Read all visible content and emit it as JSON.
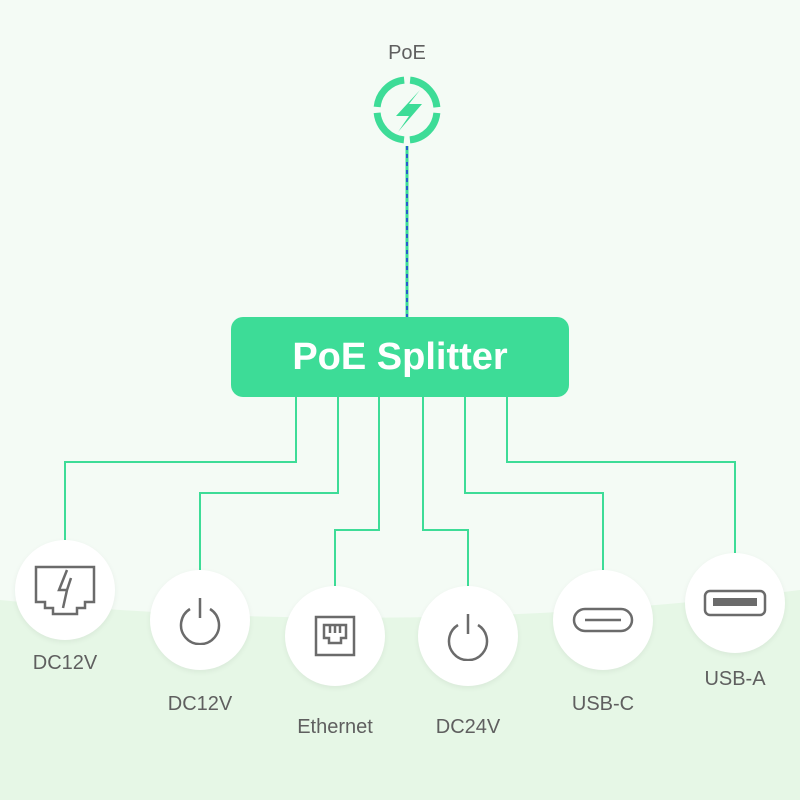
{
  "source": {
    "label": "PoE",
    "icon": "poe-power-icon"
  },
  "splitter": {
    "label": "PoE Splitter"
  },
  "colors": {
    "accent": "#3ddc97",
    "icon_gray": "#6b6b6b",
    "bg_top": "#f4fbf5",
    "bg_bottom": "#e6f7e6"
  },
  "outputs": [
    {
      "label": "DC12V",
      "icon": "poe-port-icon"
    },
    {
      "label": "DC12V",
      "icon": "power-icon"
    },
    {
      "label": "Ethernet",
      "icon": "ethernet-port-icon"
    },
    {
      "label": "DC24V",
      "icon": "power-icon"
    },
    {
      "label": "USB-C",
      "icon": "usb-c-icon"
    },
    {
      "label": "USB-A",
      "icon": "usb-a-icon"
    }
  ]
}
